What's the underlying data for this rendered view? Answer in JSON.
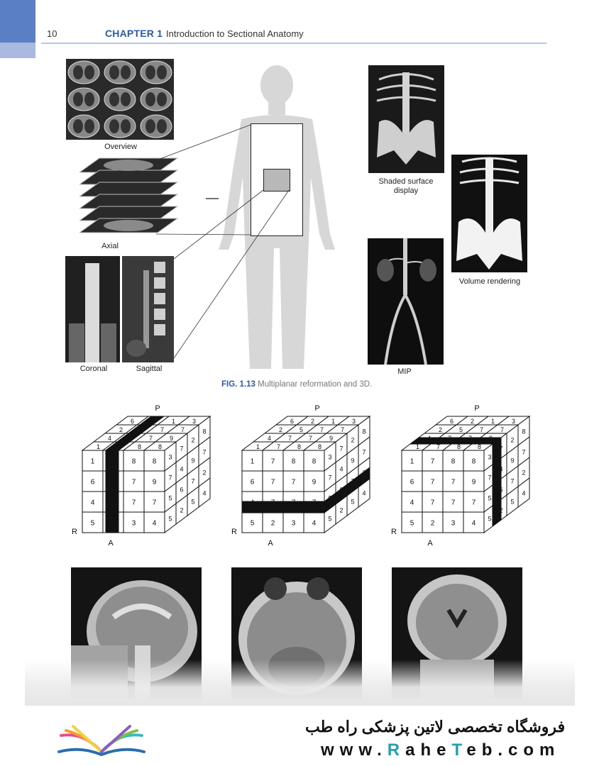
{
  "header": {
    "page_number": "10",
    "chapter_label": "CHAPTER 1",
    "chapter_title": "Introduction to Sectional Anatomy"
  },
  "figure_top": {
    "labels": {
      "overview": "Overview",
      "axial": "Axial",
      "coronal": "Coronal",
      "sagittal": "Sagittal",
      "shaded_line1": "Shaded surface",
      "shaded_line2": "display",
      "volume": "Volume rendering",
      "mip": "MIP"
    },
    "caption_fig": "FIG. 1.13",
    "caption_text": "Multiplanar reformation and 3D."
  },
  "cubes": {
    "label_p": "P",
    "label_r": "R",
    "label_a": "A",
    "front_grid": [
      [
        "1",
        "7",
        "8",
        "8"
      ],
      [
        "6",
        "7",
        "7",
        "9"
      ],
      [
        "4",
        "7",
        "7",
        "7"
      ],
      [
        "5",
        "2",
        "3",
        "4"
      ]
    ],
    "top_grid": [
      [
        "6",
        "2",
        "1",
        "3"
      ],
      [
        "2",
        "5",
        "7",
        "7"
      ],
      [
        "4",
        "7",
        "7",
        "9"
      ],
      [
        "1",
        "7",
        "8",
        "8"
      ]
    ],
    "side_grid": [
      [
        "3",
        "7",
        "2",
        "8"
      ],
      [
        "7",
        "4",
        "9",
        "7"
      ],
      [
        "5",
        "6",
        "7",
        "2"
      ],
      [
        "5",
        "2",
        "5",
        "4"
      ]
    ]
  },
  "footer": {
    "brand_text": "فروشگاه تخصصی لاتین پزشکی  راه طب",
    "site_prefix": "www.",
    "site_r": "R",
    "site_mid1": "ahe",
    "site_t": "T",
    "site_mid2": "eb.com"
  }
}
